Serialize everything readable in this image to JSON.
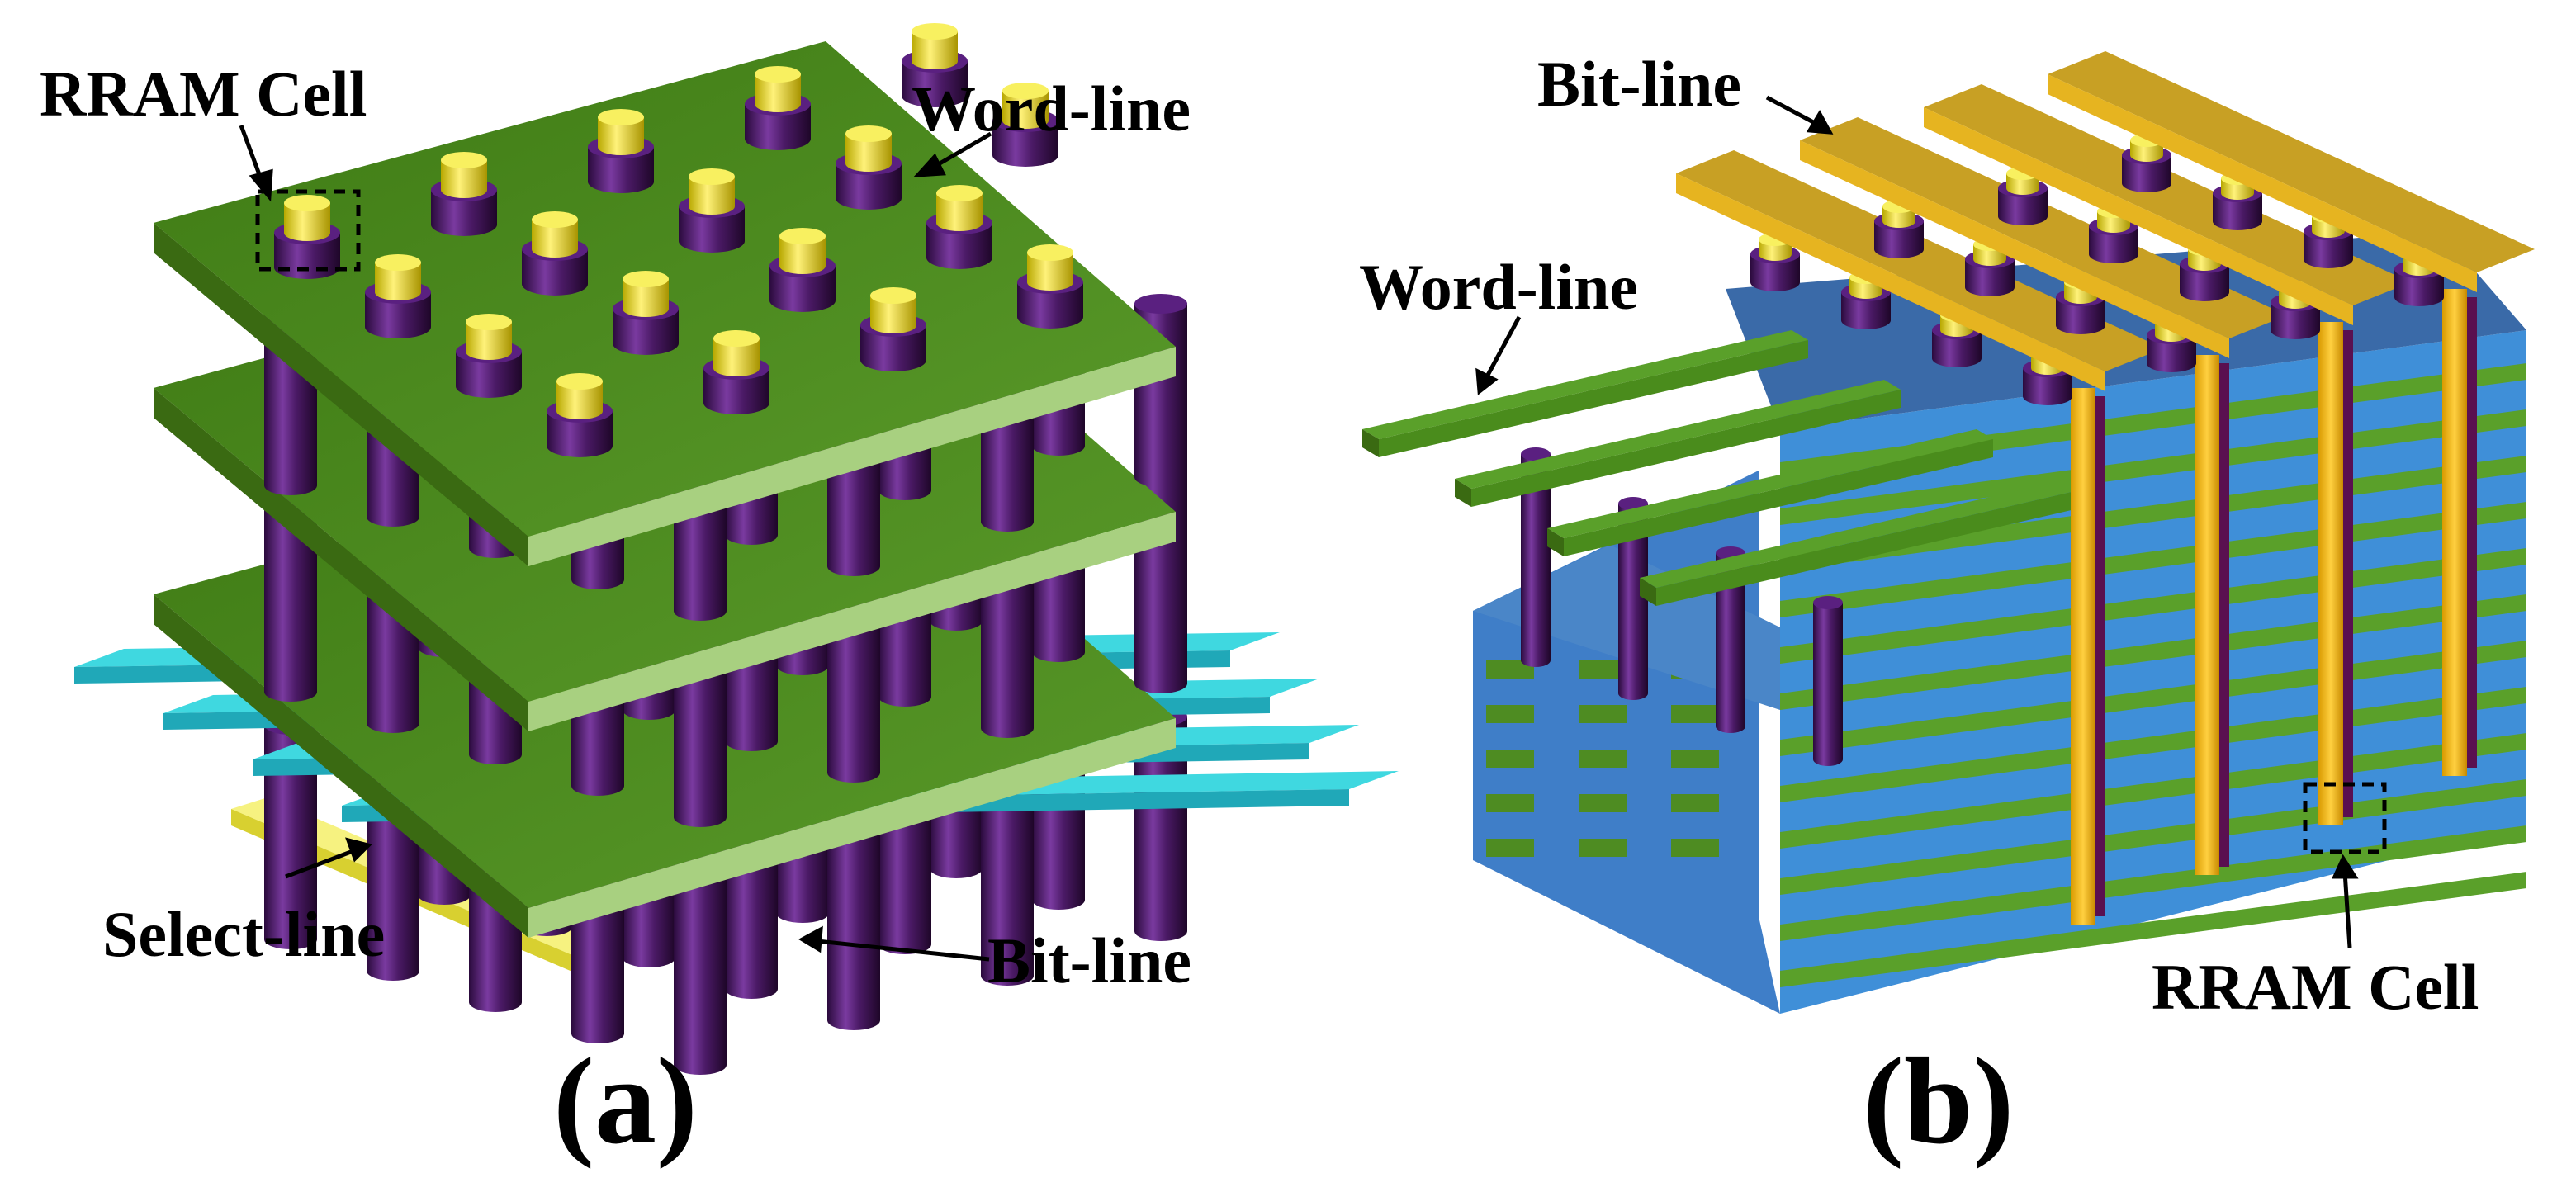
{
  "panel_a": {
    "caption": "(a)",
    "labels": {
      "rram_cell": "RRAM Cell",
      "word_line": "Word-line",
      "select_line": "Select-line",
      "bit_line": "Bit-line"
    }
  },
  "panel_b": {
    "caption": "(b)",
    "labels": {
      "bit_line": "Bit-line",
      "word_line": "Word-line",
      "rram_cell": "RRAM Cell"
    }
  },
  "colors": {
    "word_line_green": "#4a8c1c",
    "word_line_green_light": "#a8d080",
    "pillar_purple": "#4b1a66",
    "cap_yellow": "#f2e000",
    "select_line_cyan": "#3fd8e0",
    "bit_line_yellow": "#eeea66",
    "block_blue": "#3f8fd8",
    "bit_line_orange": "#f0b418"
  }
}
